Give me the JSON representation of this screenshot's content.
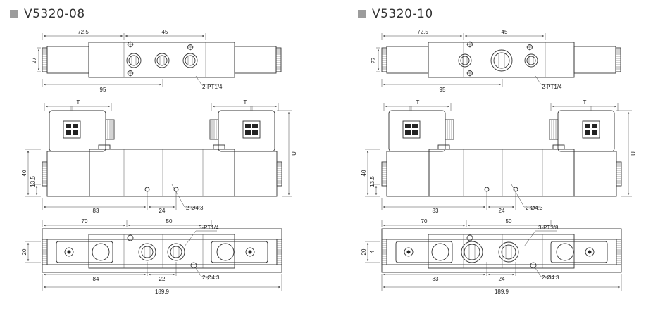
{
  "drawings": [
    {
      "model": "V5320-08",
      "top_view": {
        "dim_a": "72.5",
        "dim_b": "45",
        "height": "27",
        "length": "95",
        "port": "2-PT1/4"
      },
      "front_view": {
        "t_left": "T",
        "t_right": "T",
        "u": "U",
        "height": "40",
        "offset": "13.5",
        "dim_a": "83",
        "dim_b": "24",
        "hole": "2-Ø4.3"
      },
      "bottom_view": {
        "dim_a": "70",
        "dim_b": "50",
        "port": "3-PT1/4",
        "width": "20",
        "dim_c": "84",
        "dim_d": "22",
        "hole": "2-Ø4.3",
        "total": "189.9"
      }
    },
    {
      "model": "V5320-10",
      "top_view": {
        "dim_a": "72.5",
        "dim_b": "45",
        "height": "27",
        "length": "95",
        "port": "2-PT1/4"
      },
      "front_view": {
        "t_left": "T",
        "t_right": "T",
        "u": "U",
        "height": "40",
        "offset": "13.5",
        "dim_a": "83",
        "dim_b": "24",
        "hole": "2-Ø4.3"
      },
      "bottom_view": {
        "dim_a": "70",
        "dim_b": "50",
        "port": "3-PT3/8",
        "width": "20",
        "width_small": "4",
        "dim_c": "83",
        "dim_d": "24",
        "hole": "2-Ø4.3",
        "total": "189.9"
      }
    }
  ]
}
